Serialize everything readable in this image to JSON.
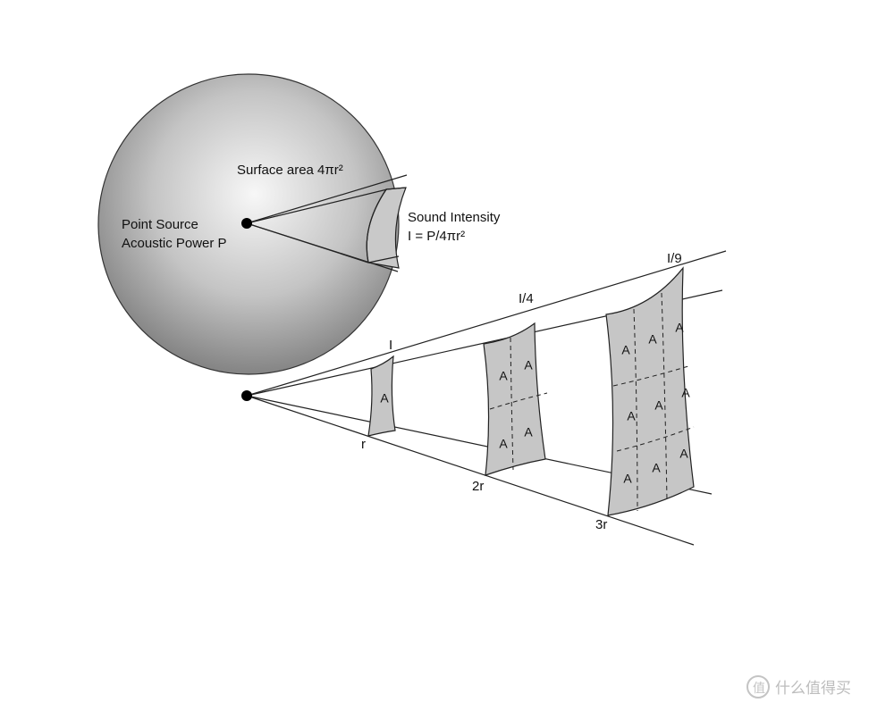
{
  "sphere": {
    "source_label_line1": "Point Source",
    "source_label_line2": "Acoustic Power P",
    "surface_label": "Surface area 4πr²",
    "intensity_label_line1": "Sound Intensity",
    "intensity_label_line2": "I = P/4πr²"
  },
  "cone": {
    "patches": [
      {
        "intensity": "I",
        "distance": "r",
        "cell_label": "A",
        "grid": [
          1,
          1
        ]
      },
      {
        "intensity": "I/4",
        "distance": "2r",
        "cell_label": "A",
        "grid": [
          2,
          2
        ]
      },
      {
        "intensity": "I/9",
        "distance": "3r",
        "cell_label": "A",
        "grid": [
          3,
          3
        ]
      }
    ]
  },
  "watermark": {
    "text": "什么值得买",
    "icon": "smzdm-logo-icon"
  },
  "colors": {
    "sphere_light": "#f7f7f7",
    "sphere_dark": "#7f7f7f",
    "patch_fill": "#c6c6c6",
    "line": "#222222"
  }
}
